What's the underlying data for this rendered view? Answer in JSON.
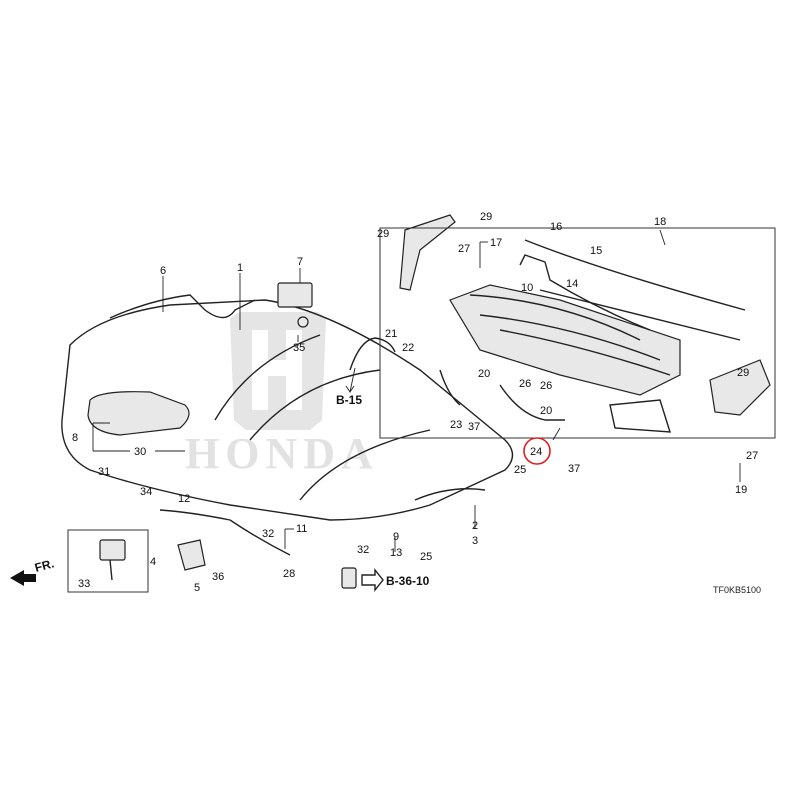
{
  "watermark": {
    "brand": "HONDA"
  },
  "diagram_code": "TF0KB5100",
  "direction_label": "FR.",
  "references": {
    "b15": "B-15",
    "b3610": "B-36-10"
  },
  "highlight_color": "#e02020",
  "labels": {
    "p1": "1",
    "p2": "2",
    "p3": "3",
    "p4": "4",
    "p5": "5",
    "p6": "6",
    "p7": "7",
    "p8": "8",
    "p9": "9",
    "p10": "10",
    "p11": "11",
    "p12": "12",
    "p13": "13",
    "p14": "14",
    "p15": "15",
    "p16": "16",
    "p17": "17",
    "p18": "18",
    "p19": "19",
    "p20a": "20",
    "p20b": "20",
    "p21": "21",
    "p22": "22",
    "p23": "23",
    "p24": "24",
    "p25a": "25",
    "p25b": "25",
    "p26a": "26",
    "p26b": "26",
    "p27a": "27",
    "p27b": "27",
    "p28": "28",
    "p29a": "29",
    "p29b": "29",
    "p29c": "29",
    "p30": "30",
    "p31": "31",
    "p32a": "32",
    "p32b": "32",
    "p33": "33",
    "p34": "34",
    "p35": "35",
    "p36": "36",
    "p37a": "37",
    "p37b": "37"
  }
}
